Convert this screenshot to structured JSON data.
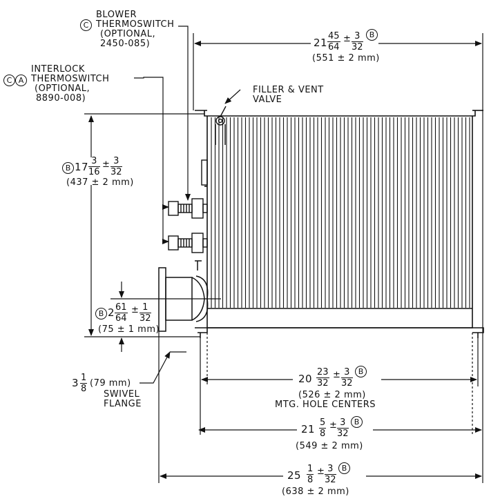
{
  "callouts": {
    "blower": {
      "ref": "C",
      "line1": "BLOWER",
      "line2": "THERMOSWITCH",
      "line3": "(OPTIONAL,",
      "line4": "2450-085)"
    },
    "interlock": {
      "ref1": "C",
      "ref2": "A",
      "line1": "INTERLOCK",
      "line2": "THERMOSWITCH",
      "line3": "(OPTIONAL,",
      "line4": "8890-008)"
    },
    "filler": {
      "line1": "FILLER & VENT",
      "line2": "VALVE"
    },
    "flange": {
      "whole": "3",
      "num": "1",
      "den": "8",
      "mm": "(79 mm)",
      "line2": "SWIVEL",
      "line3": "FLANGE"
    }
  },
  "dims": {
    "top_width": {
      "whole": "21",
      "num": "45",
      "den": "64",
      "tol": "±",
      "tnum": "3",
      "tden": "32",
      "ref": "B",
      "mm": "(551 ± 2 mm)"
    },
    "height": {
      "ref": "B",
      "whole": "17",
      "num": "3",
      "den": "16",
      "tol": "±",
      "tnum": "3",
      "tden": "32",
      "mm": "(437 ± 2 mm)"
    },
    "flange_height": {
      "ref": "B",
      "whole": "2",
      "num": "61",
      "den": "64",
      "tol": "±",
      "tnum": "1",
      "tden": "32",
      "mm": "(75 ± 1 mm)"
    },
    "mtg_holes": {
      "whole": "20",
      "num": "23",
      "den": "32",
      "tol": "±",
      "tnum": "3",
      "tden": "32",
      "ref": "B",
      "mm": "(526 ± 2 mm)",
      "caption": "MTG. HOLE CENTERS"
    },
    "base_width": {
      "whole": "21",
      "num": "5",
      "den": "8",
      "tol": "±",
      "tnum": "3",
      "tden": "32",
      "ref": "B",
      "mm": "(549 ± 2 mm)"
    },
    "overall_width": {
      "whole": "25",
      "num": "1",
      "den": "8",
      "tol": "±",
      "tnum": "3",
      "tden": "32",
      "ref": "B",
      "mm": "(638 ± 2 mm)"
    }
  }
}
